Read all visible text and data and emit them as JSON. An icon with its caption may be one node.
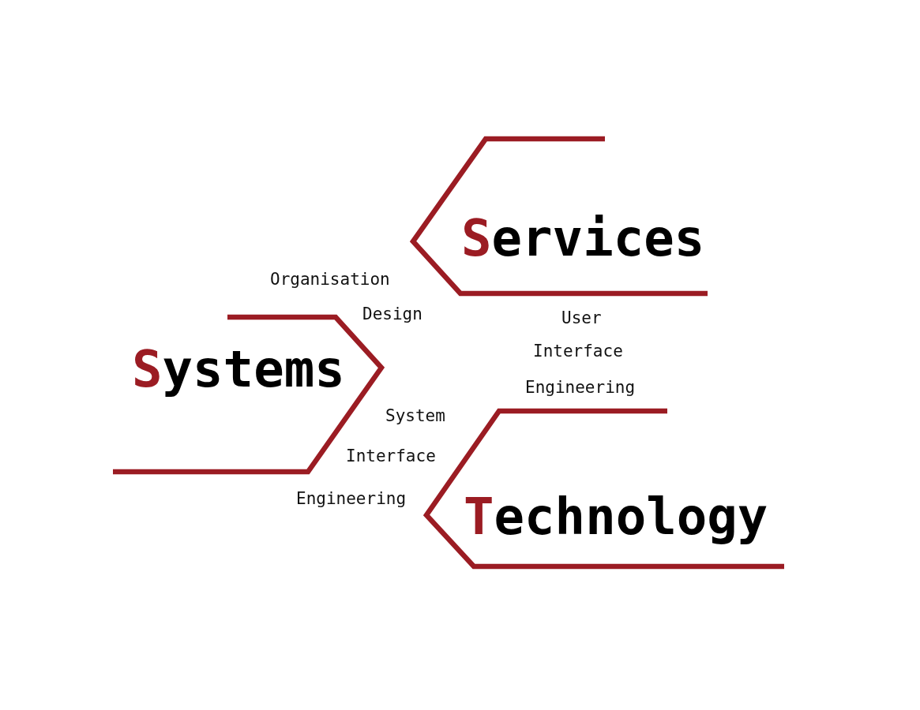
{
  "diagram": {
    "nodes": [
      {
        "text": [
          "Services"
        ]
      },
      {
        "text": [
          "Systems"
        ]
      },
      {
        "text": [
          "Technology"
        ]
      }
    ],
    "labels": [
      "Organisation",
      "Design",
      "User",
      "Interface",
      "Engineering",
      "System",
      "Interface",
      "Engineering"
    ]
  }
}
